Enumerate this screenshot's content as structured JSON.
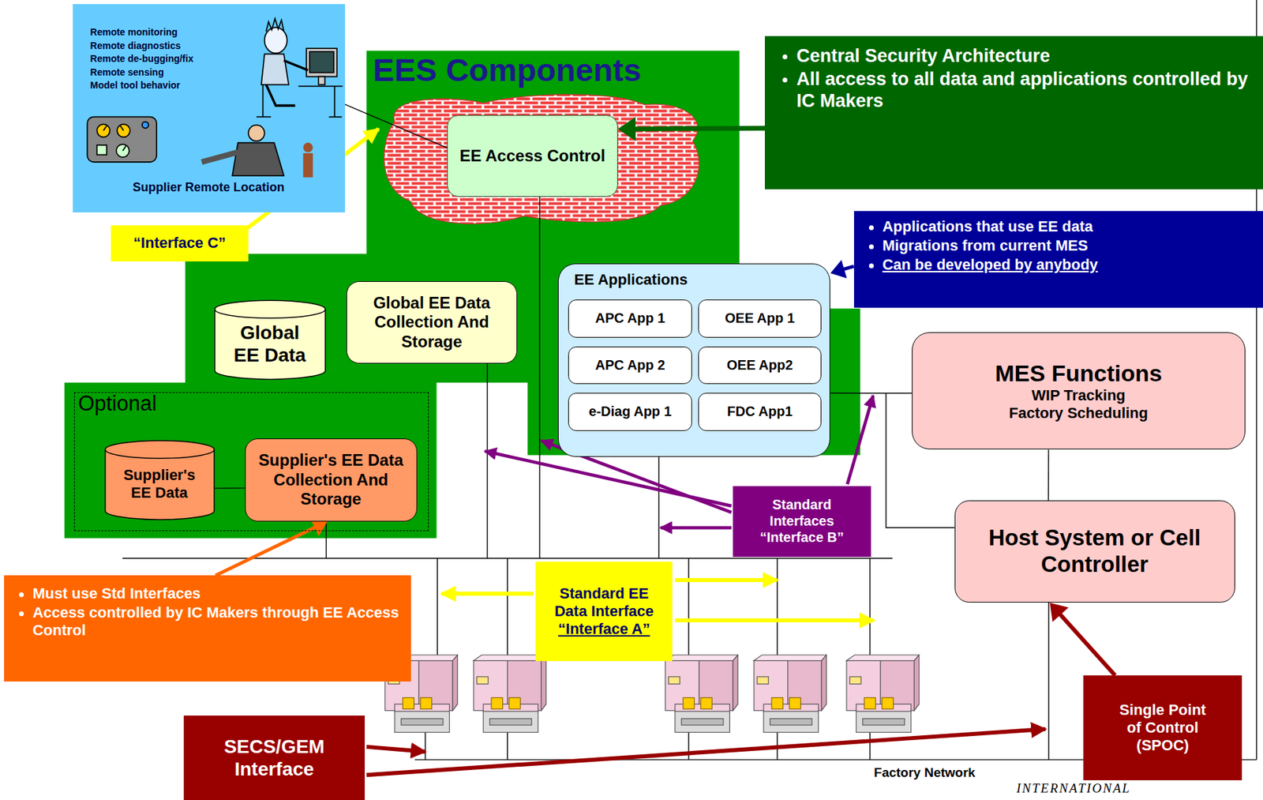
{
  "diagram": {
    "nodes": [
      {
        "text": [
          "Remote monitoring",
          "Remote diagnostics",
          "Remote de-bugging/fix",
          "Remote sensing",
          "Model tool behavior",
          "Supplier Remote Location"
        ]
      },
      {
        "text": [
          "EES Components"
        ]
      },
      {
        "text": [
          "EE Access Control"
        ],
        "in": 1
      },
      {
        "text": [
          "Global EE Data"
        ],
        "in": 1
      },
      {
        "text": [
          "Global EE Data Collection And Storage"
        ],
        "in": 1
      },
      {
        "text": [
          "Optional"
        ],
        "in": 1
      },
      {
        "text": [
          "Supplier's EE Data"
        ],
        "in": 5
      },
      {
        "text": [
          "Supplier's EE Data Collection And Storage"
        ],
        "in": 5
      },
      {
        "text": [
          "EE Applications"
        ],
        "in": 1
      },
      {
        "text": [
          "APC App 1"
        ],
        "in": 8
      },
      {
        "text": [
          "OEE App 1"
        ],
        "in": 8
      },
      {
        "text": [
          "APC App 2"
        ],
        "in": 8
      },
      {
        "text": [
          "OEE App2"
        ],
        "in": 8
      },
      {
        "text": [
          "e-Diag App 1"
        ],
        "in": 8
      },
      {
        "text": [
          "FDC App1"
        ],
        "in": 8
      },
      {
        "text": [
          "Central Security Architecture",
          "All access to all data and applications controlled by IC Makers"
        ]
      },
      {
        "text": [
          "Applications that use EE data",
          "Migrations from current MES",
          "Can be developed by anybody"
        ]
      },
      {
        "text": [
          "MES Functions",
          "WIP Tracking Factory Scheduling"
        ]
      },
      {
        "text": [
          "Host System or Cell Controller"
        ]
      },
      {
        "text": [
          "“Interface C”"
        ]
      },
      {
        "text": [
          "Standard Interfaces",
          "“Interface B”"
        ]
      },
      {
        "text": [
          "Standard EE Data Interface",
          "“Interface A”"
        ]
      },
      {
        "text": [
          "Must use Std Interfaces",
          "Access controlled by IC Makers through EE Access Control"
        ]
      },
      {
        "text": [
          "SECS/GEM Interface"
        ]
      },
      {
        "text": [
          "Single Point of Control (SPOC)"
        ]
      }
    ],
    "edges": [
      {
        "from": 0,
        "to": 2,
        "arrow": "none"
      },
      {
        "from": 15,
        "to": 2,
        "arrow": "to"
      },
      {
        "from": 16,
        "to": 8,
        "arrow": "to"
      },
      {
        "from": 6,
        "to": 7,
        "arrow": "none"
      },
      {
        "from": 8,
        "to": 17,
        "arrow": "none"
      },
      {
        "from": 17,
        "to": 18,
        "arrow": "none"
      },
      {
        "from": 22,
        "to": 7,
        "arrow": "to"
      },
      {
        "from": 24,
        "to": 18,
        "arrow": "to"
      }
    ],
    "labels": [
      "Factory Network",
      "INTERNATIONAL"
    ]
  }
}
